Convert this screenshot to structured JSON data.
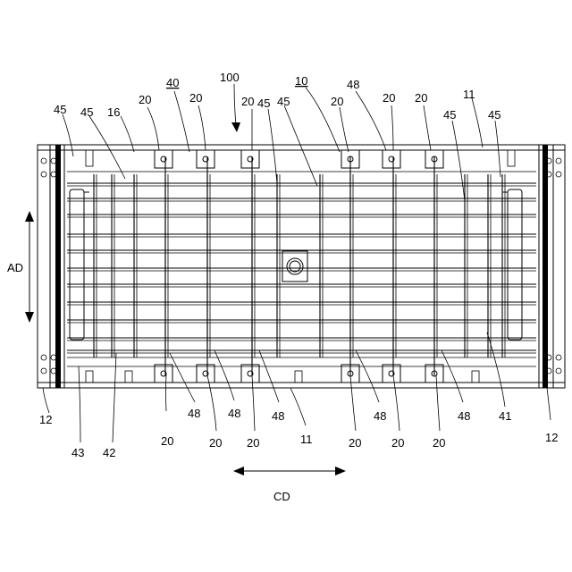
{
  "figure": {
    "labels": {
      "main": "100",
      "frame_top": "10",
      "cage": "40",
      "top_left_rail": "16",
      "right_top_rail": "11",
      "bottom_rail": "11",
      "left_post": "12",
      "right_post": "12",
      "left_bar": "43",
      "left_bar2": "42",
      "right_bar": "41",
      "dir_ad": "AD",
      "dir_cd": "CD",
      "pin": "20",
      "tie": "45",
      "tie_bottom": "48"
    }
  }
}
